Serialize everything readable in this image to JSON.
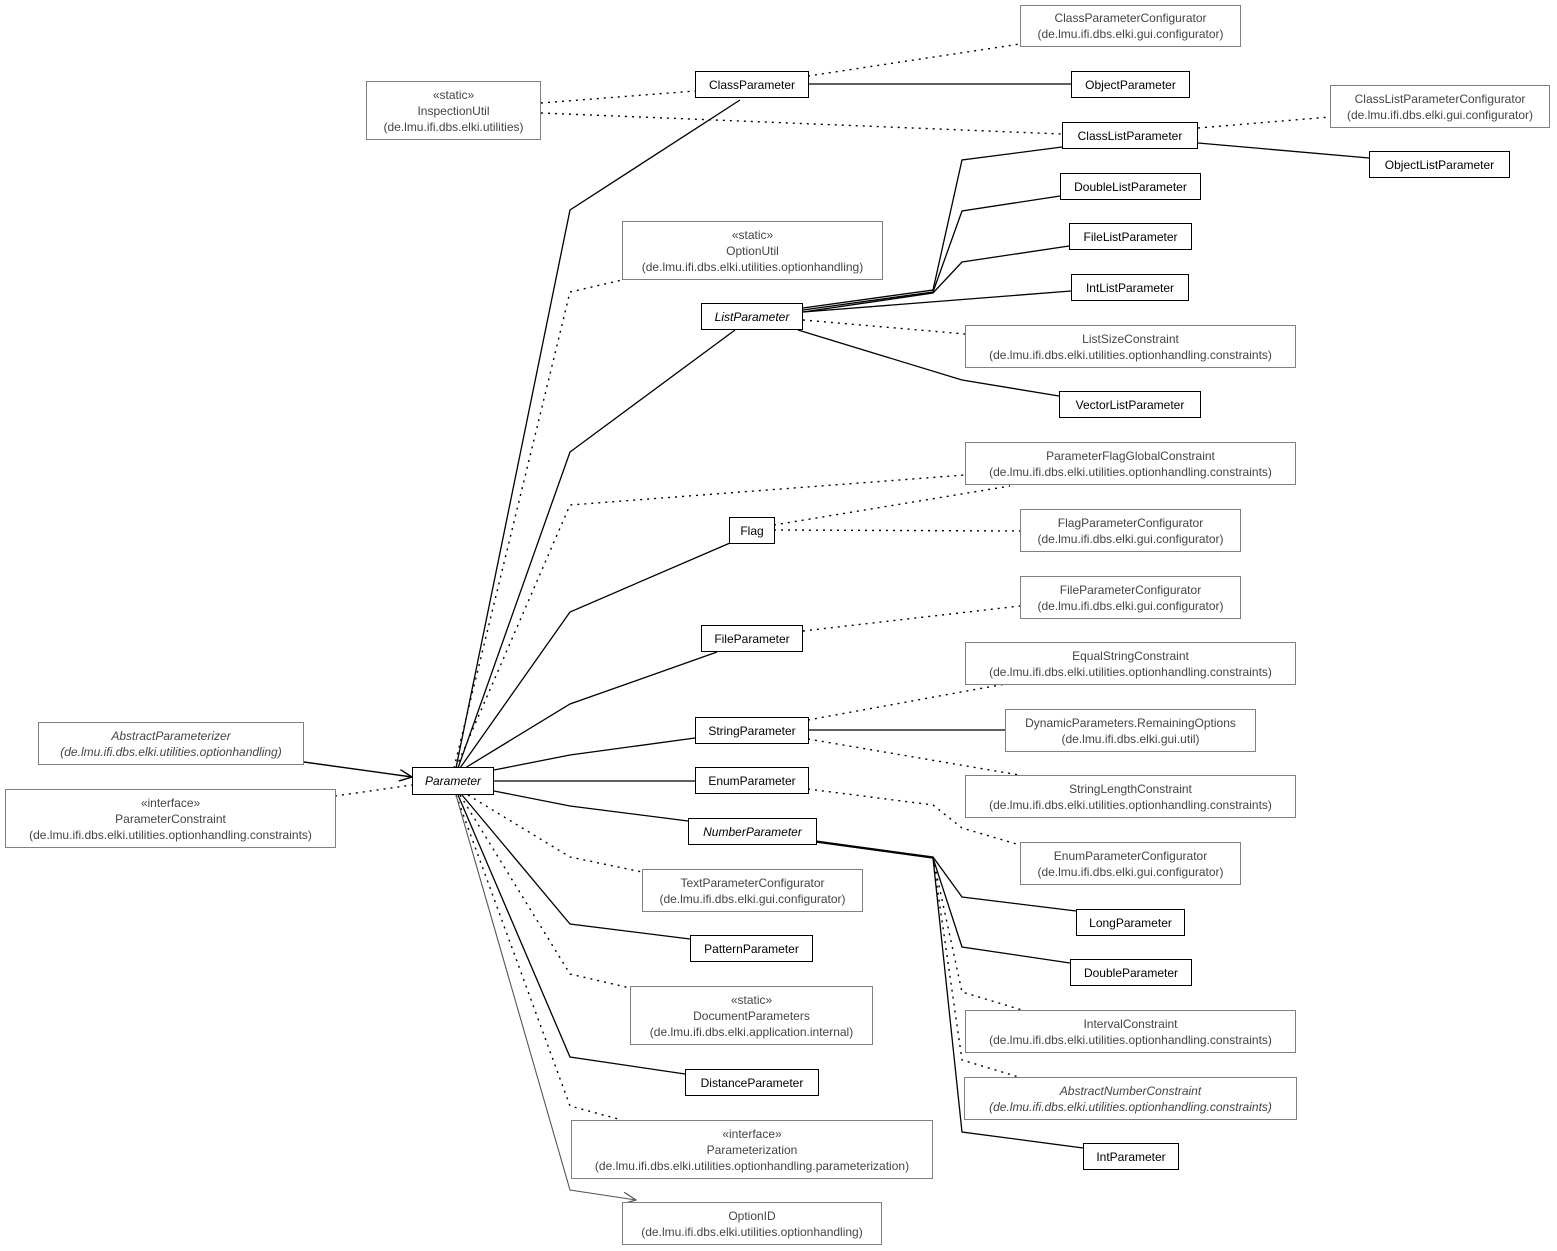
{
  "colors": {
    "main_border": "#000000",
    "external_border": "#808080",
    "external_text": "#444444",
    "edge": "#000000",
    "gray_edge": "#555555"
  },
  "nodes": {
    "classParameterConfigurator": {
      "name": "ClassParameterConfigurator",
      "package": "(de.lmu.ifi.dbs.elki.gui.configurator)"
    },
    "inspectionUtil": {
      "stereotype": "«static»",
      "name": "InspectionUtil",
      "package": "(de.lmu.ifi.dbs.elki.utilities)"
    },
    "classParameter": {
      "name": "ClassParameter"
    },
    "objectParameter": {
      "name": "ObjectParameter"
    },
    "classListParameterConfigurator": {
      "name": "ClassListParameterConfigurator",
      "package": "(de.lmu.ifi.dbs.elki.gui.configurator)"
    },
    "classListParameter": {
      "name": "ClassListParameter"
    },
    "objectListParameter": {
      "name": "ObjectListParameter"
    },
    "doubleListParameter": {
      "name": "DoubleListParameter"
    },
    "optionUtil": {
      "stereotype": "«static»",
      "name": "OptionUtil",
      "package": "(de.lmu.ifi.dbs.elki.utilities.optionhandling)"
    },
    "fileListParameter": {
      "name": "FileListParameter"
    },
    "intListParameter": {
      "name": "IntListParameter"
    },
    "listParameter": {
      "name": "ListParameter"
    },
    "listSizeConstraint": {
      "name": "ListSizeConstraint",
      "package": "(de.lmu.ifi.dbs.elki.utilities.optionhandling.constraints)"
    },
    "vectorListParameter": {
      "name": "VectorListParameter"
    },
    "parameterFlagGlobalConstraint": {
      "name": "ParameterFlagGlobalConstraint",
      "package": "(de.lmu.ifi.dbs.elki.utilities.optionhandling.constraints)"
    },
    "flag": {
      "name": "Flag"
    },
    "flagParameterConfigurator": {
      "name": "FlagParameterConfigurator",
      "package": "(de.lmu.ifi.dbs.elki.gui.configurator)"
    },
    "fileParameterConfigurator": {
      "name": "FileParameterConfigurator",
      "package": "(de.lmu.ifi.dbs.elki.gui.configurator)"
    },
    "fileParameter": {
      "name": "FileParameter"
    },
    "equalStringConstraint": {
      "name": "EqualStringConstraint",
      "package": "(de.lmu.ifi.dbs.elki.utilities.optionhandling.constraints)"
    },
    "abstractParameterizer": {
      "name": "AbstractParameterizer",
      "package": "(de.lmu.ifi.dbs.elki.utilities.optionhandling)"
    },
    "stringParameter": {
      "name": "StringParameter"
    },
    "dynamicParameters": {
      "name": "DynamicParameters.RemainingOptions",
      "package": "(de.lmu.ifi.dbs.elki.gui.util)"
    },
    "parameter": {
      "name": "Parameter"
    },
    "enumParameter": {
      "name": "EnumParameter"
    },
    "stringLengthConstraint": {
      "name": "StringLengthConstraint",
      "package": "(de.lmu.ifi.dbs.elki.utilities.optionhandling.constraints)"
    },
    "parameterConstraint": {
      "stereotype": "«interface»",
      "name": "ParameterConstraint",
      "package": "(de.lmu.ifi.dbs.elki.utilities.optionhandling.constraints)"
    },
    "numberParameter": {
      "name": "NumberParameter"
    },
    "enumParameterConfigurator": {
      "name": "EnumParameterConfigurator",
      "package": "(de.lmu.ifi.dbs.elki.gui.configurator)"
    },
    "textParameterConfigurator": {
      "name": "TextParameterConfigurator",
      "package": "(de.lmu.ifi.dbs.elki.gui.configurator)"
    },
    "longParameter": {
      "name": "LongParameter"
    },
    "patternParameter": {
      "name": "PatternParameter"
    },
    "doubleParameter": {
      "name": "DoubleParameter"
    },
    "documentParameters": {
      "stereotype": "«static»",
      "name": "DocumentParameters",
      "package": "(de.lmu.ifi.dbs.elki.application.internal)"
    },
    "intervalConstraint": {
      "name": "IntervalConstraint",
      "package": "(de.lmu.ifi.dbs.elki.utilities.optionhandling.constraints)"
    },
    "distanceParameter": {
      "name": "DistanceParameter"
    },
    "abstractNumberConstraint": {
      "name": "AbstractNumberConstraint",
      "package": "(de.lmu.ifi.dbs.elki.utilities.optionhandling.constraints)"
    },
    "parameterization": {
      "stereotype": "«interface»",
      "name": "Parameterization",
      "package": "(de.lmu.ifi.dbs.elki.utilities.optionhandling.parameterization)"
    },
    "intParameter": {
      "name": "IntParameter"
    },
    "optionID": {
      "name": "OptionID",
      "package": "(de.lmu.ifi.dbs.elki.utilities.optionhandling)"
    }
  }
}
